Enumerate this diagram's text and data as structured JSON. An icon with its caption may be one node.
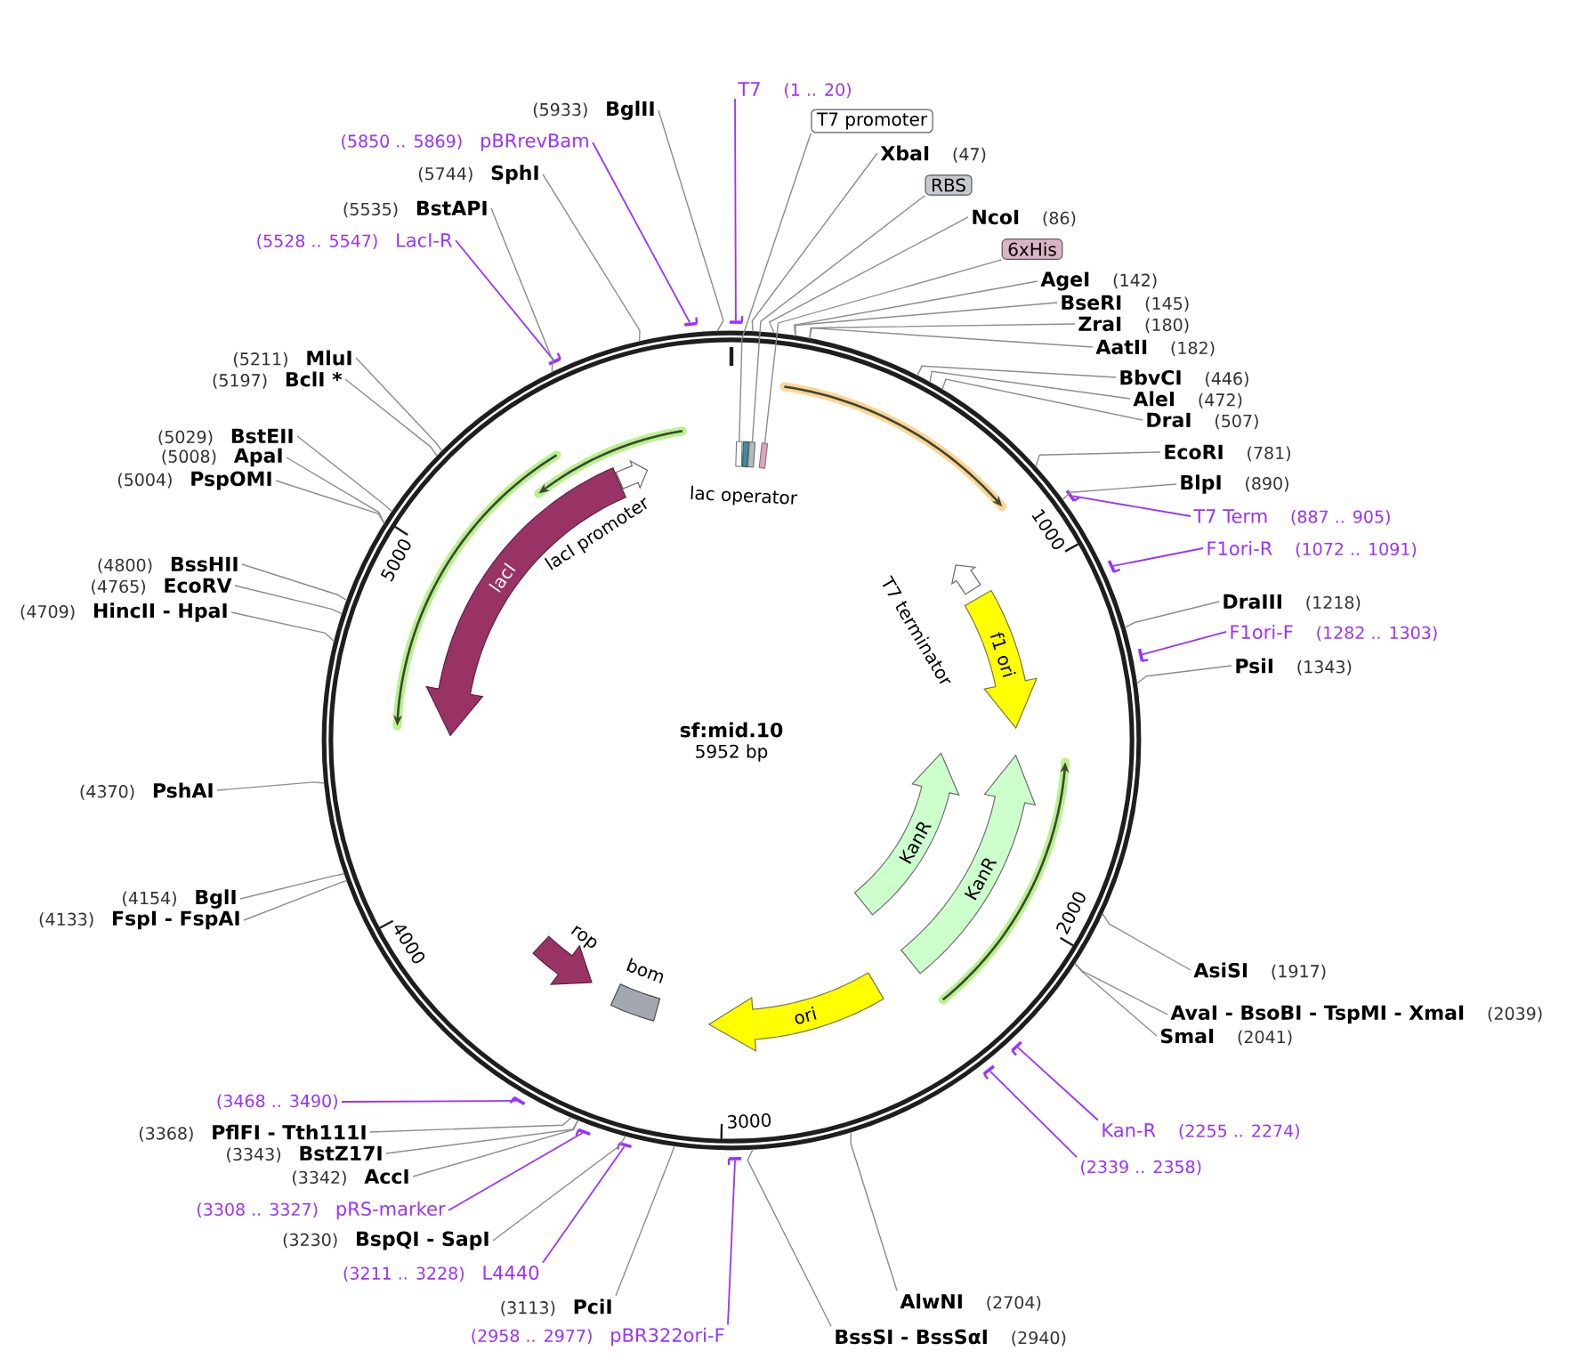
{
  "diagram": {
    "nodes": [
      {
        "text": [
          "T7"
        ],
        "beside": [
          "(1 .. 20)"
        ]
      },
      {
        "text": [],
        "shape": "bar"
      },
      {
        "text": [
          "T7 promoter"
        ]
      },
      {
        "text": [
          "XbaI"
        ],
        "beside": [
          "(47)"
        ]
      },
      {
        "text": [
          "RBS"
        ]
      },
      {
        "text": [
          "NcoI"
        ],
        "beside": [
          "(86)"
        ]
      },
      {
        "text": [
          "6xHis"
        ]
      },
      {
        "text": [
          "AgeI"
        ],
        "beside": [
          "(142)"
        ]
      },
      {
        "text": [
          "BseRI"
        ],
        "beside": [
          "(145)"
        ]
      },
      {
        "text": [
          "ZraI"
        ],
        "beside": [
          "(180)"
        ]
      },
      {
        "text": [
          "AatII"
        ],
        "beside": [
          "(182)"
        ]
      },
      {
        "text": [
          "BbvCI"
        ],
        "beside": [
          "(446)"
        ]
      },
      {
        "text": [
          "AleI"
        ],
        "beside": [
          "(472)"
        ]
      },
      {
        "text": [
          "DraI"
        ],
        "beside": [
          "(507)"
        ]
      },
      {
        "text": [
          "EcoRI"
        ],
        "beside": [
          "(781)"
        ]
      },
      {
        "text": [
          "BlpI"
        ],
        "beside": [
          "(890)"
        ]
      },
      {
        "text": [
          "T7 Term"
        ],
        "beside": [
          "(887 .. 905)"
        ]
      },
      {
        "text": [],
        "shape": "bar"
      },
      {
        "text": [
          "F1ori-R"
        ],
        "beside": [
          "(1072 .. 1091)"
        ]
      },
      {
        "text": [],
        "shape": "bar"
      },
      {
        "text": [
          "DraIII"
        ],
        "beside": [
          "(1218)"
        ]
      },
      {
        "text": [
          "F1ori-F"
        ],
        "beside": [
          "(1282 .. 1303)"
        ]
      },
      {
        "text": [],
        "shape": "bar"
      },
      {
        "text": [
          "PsiI"
        ],
        "beside": [
          "(1343)"
        ]
      },
      {
        "text": [
          "AsiSI"
        ],
        "beside": [
          "(1917)"
        ]
      },
      {
        "text": [
          "AvaI - BsoBI - TspMI - XmaI"
        ],
        "beside": [
          "(2039)"
        ]
      },
      {
        "text": [
          "SmaI"
        ],
        "beside": [
          "(2041)"
        ]
      },
      {
        "text": [
          "Kan-R"
        ],
        "beside": [
          "(2255 .. 2274)"
        ]
      },
      {
        "text": [],
        "shape": "bar"
      },
      {
        "text": [
          "(2339 .. 2358)"
        ]
      },
      {
        "text": [],
        "shape": "bar"
      },
      {
        "text": [
          "AlwNI"
        ],
        "beside": [
          "(2704)"
        ]
      },
      {
        "text": [
          "BssSI - BssSαI"
        ],
        "beside": [
          "(2940)"
        ]
      },
      {
        "text": [
          "pBR322ori-F"
        ],
        "beside": [
          "(2958 .. 2977)"
        ]
      },
      {
        "text": [],
        "shape": "bar"
      },
      {
        "text": [
          "PciI"
        ],
        "beside": [
          "(3113)"
        ]
      },
      {
        "text": [
          "L4440"
        ],
        "beside": [
          "(3211 .. 3228)"
        ]
      },
      {
        "text": [],
        "shape": "bar"
      },
      {
        "text": [
          "BspQI - SapI"
        ],
        "beside": [
          "(3230)"
        ]
      },
      {
        "text": [
          "pRS-marker"
        ],
        "beside": [
          "(3308 .. 3327)"
        ]
      },
      {
        "text": [],
        "shape": "bar"
      },
      {
        "text": [
          "AccI"
        ],
        "beside": [
          "(3342)"
        ]
      },
      {
        "text": [
          "BstZ17I"
        ],
        "beside": [
          "(3343)"
        ]
      },
      {
        "text": [
          "PflFI - Tth111I"
        ],
        "beside": [
          "(3368)"
        ]
      },
      {
        "text": [
          "(3468 .. 3490)"
        ]
      },
      {
        "text": [],
        "shape": "bar"
      },
      {
        "text": [
          "FspI - FspAI"
        ],
        "beside": [
          "(4133)"
        ]
      },
      {
        "text": [
          "BglI"
        ],
        "beside": [
          "(4154)"
        ]
      },
      {
        "text": [
          "PshAI"
        ],
        "beside": [
          "(4370)"
        ]
      },
      {
        "text": [
          "HincII - HpaI"
        ],
        "beside": [
          "(4709)"
        ]
      },
      {
        "text": [
          "EcoRV"
        ],
        "beside": [
          "(4765)"
        ]
      },
      {
        "text": [
          "BssHII"
        ],
        "beside": [
          "(4800)"
        ]
      },
      {
        "text": [
          "PspOMI"
        ],
        "beside": [
          "(5004)"
        ]
      },
      {
        "text": [
          "ApaI"
        ],
        "beside": [
          "(5008)"
        ]
      },
      {
        "text": [
          "BstEII"
        ],
        "beside": [
          "(5029)"
        ]
      },
      {
        "text": [
          "BclI *"
        ],
        "beside": [
          "(5197)"
        ]
      },
      {
        "text": [
          "MluI"
        ],
        "beside": [
          "(5211)"
        ]
      },
      {
        "text": [
          "LacI-R"
        ],
        "beside": [
          "(5528 .. 5547)"
        ]
      },
      {
        "text": [],
        "shape": "bar"
      },
      {
        "text": [
          "BstAPI"
        ],
        "beside": [
          "(5535)"
        ]
      },
      {
        "text": [
          "SphI"
        ],
        "beside": [
          "(5744)"
        ]
      },
      {
        "text": [
          "pBRrevBam"
        ],
        "beside": [
          "(5850 .. 5869)"
        ]
      },
      {
        "text": [],
        "shape": "bar"
      },
      {
        "text": [
          "BglII"
        ],
        "beside": [
          "(5933)"
        ]
      },
      {
        "text": [
          "sf:mid.10",
          "5952 bp"
        ]
      },
      {
        "text": [],
        "shape": "box",
        "in": 64
      },
      {
        "text": [
          "lac operator"
        ],
        "in": 64
      },
      {
        "text": [],
        "shape": "box",
        "in": 64
      },
      {
        "text": [],
        "shape": "box",
        "in": 64
      },
      {
        "text": [
          "lacI"
        ],
        "in": 64
      },
      {
        "text": [
          "lacI promoter"
        ],
        "in": 64
      },
      {
        "text": [
          "T7 terminator"
        ],
        "in": 64
      },
      {
        "text": [
          "f1 ori"
        ],
        "in": 64
      },
      {
        "text": [
          "KanR"
        ],
        "in": 64
      },
      {
        "text": [
          "KanR"
        ],
        "in": 64
      },
      {
        "text": [
          "ori"
        ],
        "in": 64
      },
      {
        "text": [
          "rop"
        ],
        "in": 64
      },
      {
        "text": [
          "bom"
        ],
        "in": 64
      }
    ],
    "edges": [
      {
        "from": 0,
        "to": 1,
        "arrow": "none",
        "color": "#9933ff"
      },
      {
        "from": 2,
        "to": 65,
        "arrow": "none"
      },
      {
        "from": 3,
        "to": 64,
        "arrow": "none"
      },
      {
        "from": 4,
        "to": 67,
        "arrow": "none"
      },
      {
        "from": 5,
        "to": 64,
        "arrow": "none"
      },
      {
        "from": 6,
        "to": 68,
        "arrow": "none"
      },
      {
        "from": 7,
        "to": 64,
        "arrow": "none"
      },
      {
        "from": 8,
        "to": 64,
        "arrow": "none"
      },
      {
        "from": 9,
        "to": 64,
        "arrow": "none"
      },
      {
        "from": 10,
        "to": 64,
        "arrow": "none"
      },
      {
        "from": 11,
        "to": 64,
        "arrow": "none"
      },
      {
        "from": 12,
        "to": 64,
        "arrow": "none"
      },
      {
        "from": 13,
        "to": 64,
        "arrow": "none"
      },
      {
        "from": 14,
        "to": 64,
        "arrow": "none"
      },
      {
        "from": 15,
        "to": 64,
        "arrow": "none"
      },
      {
        "from": 16,
        "to": 17,
        "arrow": "none",
        "color": "#9933ff"
      },
      {
        "from": 18,
        "to": 19,
        "arrow": "none",
        "color": "#9933ff"
      },
      {
        "from": 20,
        "to": 64,
        "arrow": "none"
      },
      {
        "from": 21,
        "to": 22,
        "arrow": "none",
        "color": "#9933ff"
      },
      {
        "from": 23,
        "to": 64,
        "arrow": "none"
      },
      {
        "from": 24,
        "to": 64,
        "arrow": "none"
      },
      {
        "from": 25,
        "to": 64,
        "arrow": "none"
      },
      {
        "from": 26,
        "to": 64,
        "arrow": "none"
      },
      {
        "from": 27,
        "to": 28,
        "arrow": "none",
        "color": "#9933ff"
      },
      {
        "from": 29,
        "to": 30,
        "arrow": "none",
        "color": "#9933ff"
      },
      {
        "from": 31,
        "to": 64,
        "arrow": "none"
      },
      {
        "from": 32,
        "to": 64,
        "arrow": "none"
      },
      {
        "from": 33,
        "to": 34,
        "arrow": "none",
        "color": "#9933ff"
      },
      {
        "from": 35,
        "to": 64,
        "arrow": "none"
      },
      {
        "from": 36,
        "to": 37,
        "arrow": "none",
        "color": "#9933ff"
      },
      {
        "from": 38,
        "to": 64,
        "arrow": "none"
      },
      {
        "from": 39,
        "to": 40,
        "arrow": "none",
        "color": "#9933ff"
      },
      {
        "from": 41,
        "to": 64,
        "arrow": "none"
      },
      {
        "from": 42,
        "to": 64,
        "arrow": "none"
      },
      {
        "from": 43,
        "to": 64,
        "arrow": "none"
      },
      {
        "from": 44,
        "to": 45,
        "arrow": "none",
        "color": "#9933ff"
      },
      {
        "from": 46,
        "to": 64,
        "arrow": "none"
      },
      {
        "from": 47,
        "to": 64,
        "arrow": "none"
      },
      {
        "from": 48,
        "to": 64,
        "arrow": "none"
      },
      {
        "from": 49,
        "to": 64,
        "arrow": "none"
      },
      {
        "from": 50,
        "to": 64,
        "arrow": "none"
      },
      {
        "from": 51,
        "to": 64,
        "arrow": "none"
      },
      {
        "from": 52,
        "to": 64,
        "arrow": "none"
      },
      {
        "from": 53,
        "to": 64,
        "arrow": "none"
      },
      {
        "from": 54,
        "to": 64,
        "arrow": "none"
      },
      {
        "from": 55,
        "to": 64,
        "arrow": "none"
      },
      {
        "from": 56,
        "to": 64,
        "arrow": "none"
      },
      {
        "from": 57,
        "to": 58,
        "arrow": "none",
        "color": "#9933ff"
      },
      {
        "from": 59,
        "to": 64,
        "arrow": "none"
      },
      {
        "from": 60,
        "to": 64,
        "arrow": "none"
      },
      {
        "from": 61,
        "to": 62,
        "arrow": "none",
        "color": "#9933ff"
      },
      {
        "from": 63,
        "to": 64,
        "arrow": "none"
      }
    ],
    "labels": [
      "1000",
      "2000",
      "3000",
      "4000",
      "5000"
    ]
  }
}
